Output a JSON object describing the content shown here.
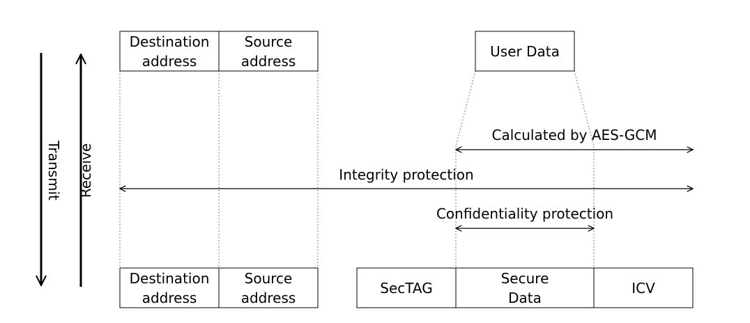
{
  "directions": {
    "transmit": "Transmit",
    "receive": "Receive"
  },
  "top_frame": {
    "destination": [
      "Destination",
      "address"
    ],
    "source": [
      "Source",
      "address"
    ],
    "user_data": "User Data"
  },
  "bottom_frame": {
    "destination": [
      "Destination",
      "address"
    ],
    "source": [
      "Source",
      "address"
    ],
    "sectag": "SecTAG",
    "secure_data": [
      "Secure",
      "Data"
    ],
    "icv": "ICV"
  },
  "spans": {
    "aes_gcm": "Calculated by AES-GCM",
    "integrity": "Integrity protection",
    "confidentiality": "Confidentiality protection"
  }
}
